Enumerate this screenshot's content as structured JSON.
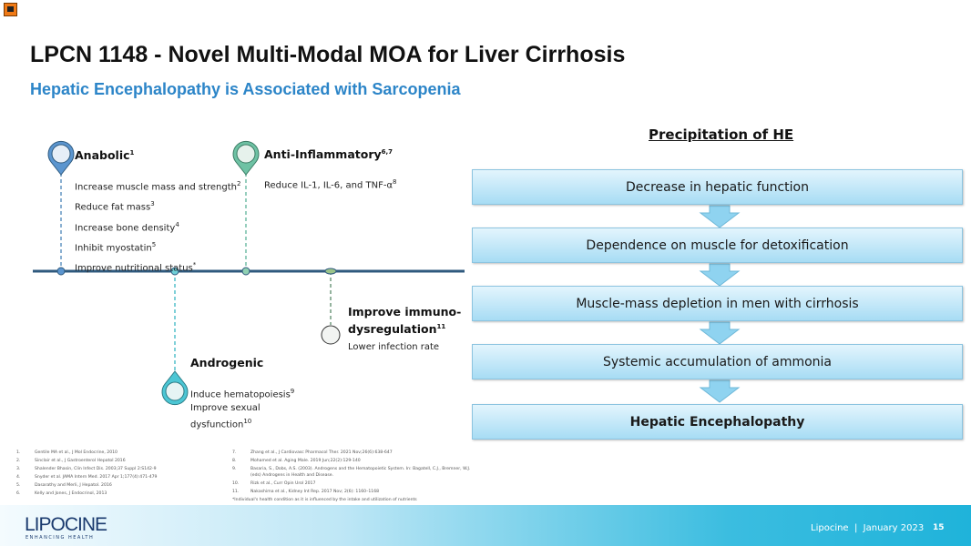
{
  "title": "LPCN 1148 - Novel Multi-Modal MOA for Liver Cirrhosis",
  "subtitle": "Hepatic Encephalopathy is Associated with Sarcopenia",
  "timeline": {
    "anabolic": {
      "title": "Anabolic",
      "sup": "1",
      "items": [
        {
          "t": "Increase muscle mass and strength",
          "s": "2"
        },
        {
          "t": "Reduce fat mass",
          "s": "3"
        },
        {
          "t": "Increase bone density",
          "s": "4"
        },
        {
          "t": "Inhibit myostatin",
          "s": "5"
        },
        {
          "t": "Improve nutritional status",
          "s": "*"
        }
      ]
    },
    "anti": {
      "title": "Anti-Inflammatory",
      "sup": "6,7",
      "items": [
        {
          "t": "Reduce IL-1, IL-6, and TNF-α",
          "s": "8"
        }
      ]
    },
    "androgenic": {
      "title": "Androgenic",
      "items": [
        {
          "t": "Induce hematopoiesis",
          "s": "9"
        },
        {
          "t": "Improve sexual",
          "s": ""
        },
        {
          "t": "dysfunction",
          "s": "10"
        }
      ]
    },
    "immuno": {
      "title1": "Improve immuno-",
      "title2": "dysregulation",
      "sup": "11",
      "items": [
        {
          "t": "Lower infection rate"
        }
      ]
    }
  },
  "flow": {
    "title": "Precipitation of HE",
    "steps": [
      "Decrease in hepatic function",
      "Dependence on muscle for detoxification",
      "Muscle-mass depletion in men with cirrhosis",
      "Systemic accumulation of ammonia",
      "Hepatic Encephalopathy"
    ]
  },
  "references": {
    "left": [
      [
        "1.",
        "Gentile MA et al., J Mol Endocrine, 2010"
      ],
      [
        "2.",
        "Sinclair et al., J Gastroenterol Hepatol 2016"
      ],
      [
        "3.",
        "Shalender Bhasin, Clin Infect Dis. 2003;37 Suppl 2:S142-9"
      ],
      [
        "4.",
        "Snyder et al. JAMA Intern Med. 2017 Apr 1;177(4):471-479"
      ],
      [
        "5.",
        "Dasarathy and Merli, J Hepatol. 2016"
      ],
      [
        "6.",
        "Kelly and Jones, J Endocrinol, 2013"
      ]
    ],
    "right": [
      [
        "7.",
        "Zhang et al., J Cardiovasc Pharmacol Ther. 2021 Nov;26(6):638-647"
      ],
      [
        "8.",
        "Mohamed et al. Aging Male. 2019 Jun;22(2):129-140"
      ],
      [
        "9.",
        "Basaria, S., Dobs, A.S. (2003). Androgens and the Hematopoietic System. In: Bagatell, C.J., Bremner, W.J. (eds) Androgens in Health and Disease."
      ],
      [
        "10.",
        "Rizk et al., Curr Opin Urol 2017"
      ],
      [
        "11.",
        "Nakashima et al., Kidney Int Rep. 2017 Nov; 2(6): 1160–1168"
      ]
    ],
    "note": "*Individual's health condition as it is influenced by the intake and utilization of nutrients"
  },
  "footer": {
    "logo": "LIPOCINE",
    "tagline": "ENHANCING HEALTH",
    "text": "Lipocine  |  January 2023",
    "page": "15"
  },
  "colors": {
    "accent": "#2c85c8",
    "line": "#2f5a7e",
    "box": "#a7dcf4"
  }
}
